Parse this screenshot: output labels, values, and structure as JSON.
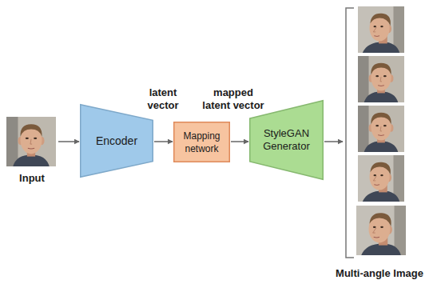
{
  "diagram": {
    "nodes": [
      {
        "text": [
          "Input"
        ]
      },
      {
        "text": [
          "Encoder"
        ]
      },
      {
        "text": [
          "Mapping network"
        ]
      },
      {
        "text": [
          "StyleGAN Generator"
        ]
      },
      {
        "text": [
          "Multi-angle Image"
        ]
      }
    ],
    "edges": [
      {
        "from": 0,
        "to": 1,
        "arrow": "to"
      },
      {
        "from": 1,
        "to": 2,
        "label": "latent vector",
        "arrow": "to"
      },
      {
        "from": 2,
        "to": 3,
        "label": "mapped latent vector",
        "arrow": "to"
      },
      {
        "from": 3,
        "to": 4,
        "arrow": "to"
      }
    ]
  }
}
